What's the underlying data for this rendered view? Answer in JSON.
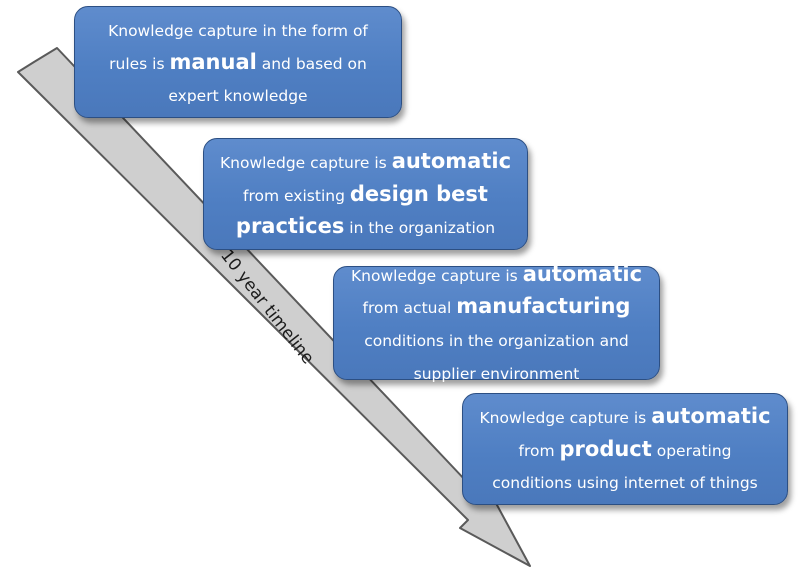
{
  "colors": {
    "box_fill": "#4f7fc3",
    "box_border": "#2c4f83",
    "box_text": "#ffffff",
    "arrow_fill": "#cfcfcf",
    "arrow_border": "#5a5a5a",
    "label_text": "#1c1c1c"
  },
  "timeline": {
    "label": "10 year timeline"
  },
  "boxes": [
    {
      "lines": [
        {
          "before": "Knowledge capture in the form of",
          "em": "",
          "after": ""
        },
        {
          "before": "rules is ",
          "em": "manual",
          "after": " and based on"
        },
        {
          "before": "expert knowledge",
          "em": "",
          "after": ""
        }
      ]
    },
    {
      "lines": [
        {
          "before": "Knowledge capture is ",
          "em": "automatic",
          "after": ""
        },
        {
          "before": "from existing ",
          "em": "design best",
          "after": ""
        },
        {
          "before": "",
          "em": "practices",
          "after": " in the organization"
        }
      ]
    },
    {
      "lines": [
        {
          "before": "Knowledge capture is ",
          "em": "automatic",
          "after": ""
        },
        {
          "before": "from actual ",
          "em": "manufacturing",
          "after": ""
        },
        {
          "before": "conditions in the organization and",
          "em": "",
          "after": ""
        },
        {
          "before": "supplier environment",
          "em": "",
          "after": ""
        }
      ]
    },
    {
      "lines": [
        {
          "before": "Knowledge capture is ",
          "em": "automatic",
          "after": ""
        },
        {
          "before": "from ",
          "em": "product",
          "after": " operating"
        },
        {
          "before": "conditions using internet of things",
          "em": "",
          "after": ""
        }
      ]
    }
  ]
}
